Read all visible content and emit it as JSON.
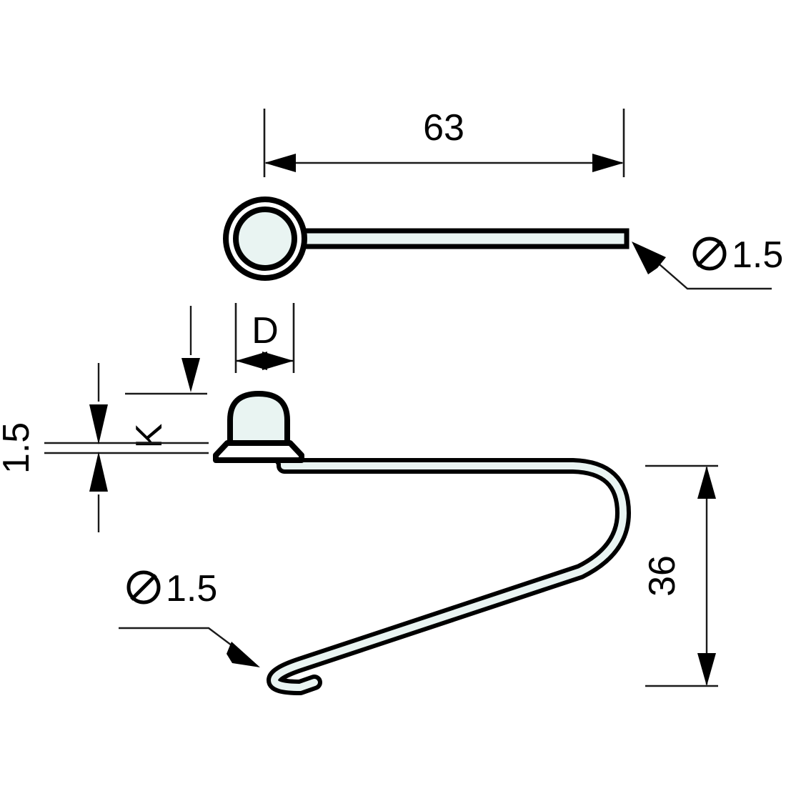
{
  "drawing": {
    "title": "Wire form part dimensioned drawing",
    "background_color": "#ffffff",
    "line_color": "#000000",
    "part_fill_color": "#e9f4f2",
    "views": [
      {
        "name": "top-view",
        "description": "Plan view: round head with straight wire leg"
      },
      {
        "name": "side-view",
        "description": "Side view: bell shaped head with hooked wire leg"
      }
    ]
  },
  "dimensions": {
    "length_63": {
      "name": "overall-length",
      "label": "63",
      "orientation": "horizontal",
      "view": "top-view"
    },
    "height_36": {
      "name": "hook-height",
      "label": "36",
      "orientation": "vertical-rotated",
      "view": "side-view"
    },
    "thickness_15": {
      "name": "wire-thickness",
      "label": "1.5",
      "orientation": "vertical-rotated",
      "view": "side-view"
    },
    "head_height_k": {
      "name": "head-height-k",
      "label": "K",
      "orientation": "vertical-rotated",
      "view": "side-view"
    },
    "head_diameter_d": {
      "name": "head-diameter-d",
      "label": "D",
      "orientation": "horizontal",
      "view": "side-view"
    }
  },
  "callouts": [
    {
      "name": "diameter-callout-top",
      "symbol": "⌀",
      "value": "1.5",
      "full_label": "⌀ 1.5",
      "points_to": "top-view-wire"
    },
    {
      "name": "diameter-callout-bottom",
      "symbol": "⌀",
      "value": "1.5",
      "full_label": "⌀ 1.5",
      "points_to": "side-view-wire-tip"
    }
  ],
  "labels": {
    "len63": "63",
    "h36": "36",
    "t15": "1.5",
    "k": "K",
    "d": "D",
    "dia_symbol": "⌀",
    "dia_top_value": "1.5",
    "dia_bottom_value": "1.5"
  }
}
